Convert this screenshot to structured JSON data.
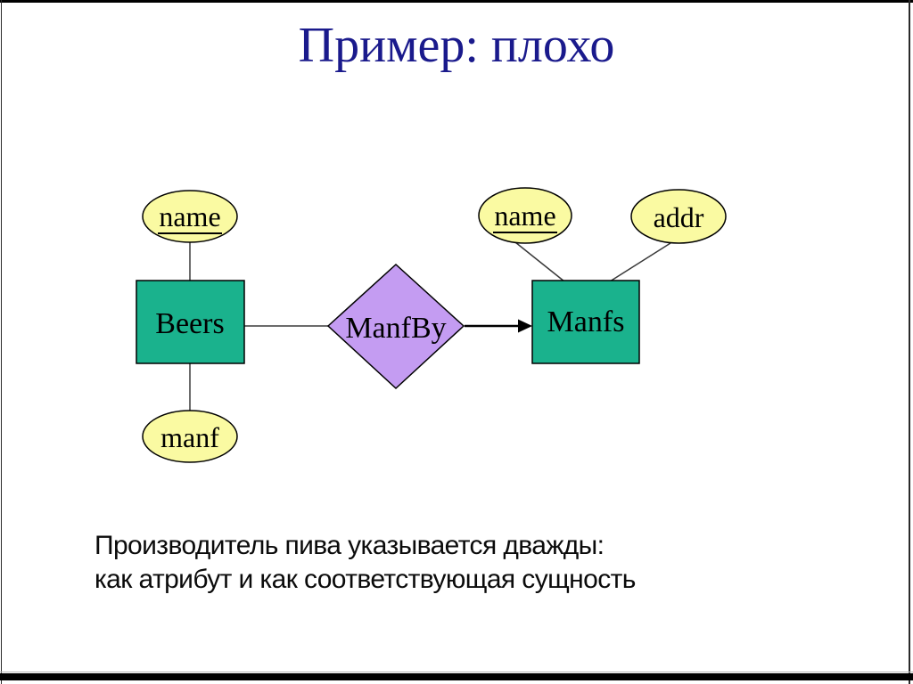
{
  "slide": {
    "title": "Пример: плохо",
    "caption_line1": "Производитель пива указывается дважды:",
    "caption_line2": "как атрибут и как соответствующая сущность"
  },
  "diagram": {
    "entities": [
      {
        "label": "Beers"
      },
      {
        "label": "Manfs"
      }
    ],
    "relationship": {
      "label": "ManfBy"
    },
    "attributes": [
      {
        "label": "name",
        "underlined": true,
        "attached_to": "Beers"
      },
      {
        "label": "manf",
        "underlined": false,
        "attached_to": "Beers"
      },
      {
        "label": "name",
        "underlined": true,
        "attached_to": "Manfs"
      },
      {
        "label": "addr",
        "underlined": false,
        "attached_to": "Manfs"
      }
    ],
    "colors": {
      "entity_fill": "#1ab28d",
      "relationship_fill": "#c49cf2",
      "attribute_fill": "#fafaa2",
      "outline": "#000000",
      "connector": "#3a3a3a",
      "title_text": "#1a1a8c"
    }
  }
}
